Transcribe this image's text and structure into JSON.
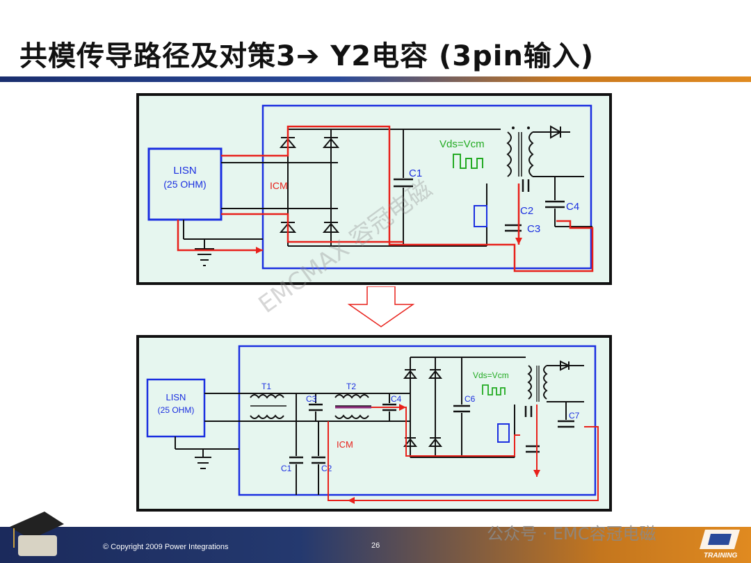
{
  "slide": {
    "title": "共模传导路径及对策3➔ Y2电容 (3pin输入)",
    "watermark": "EMCMAX 容冠电磁",
    "wechat_label": "公众号 · EMC容冠电磁",
    "footer": {
      "copyright": "© Copyright 2009 Power Integrations",
      "page_number": "26",
      "brand": "TRAINING"
    }
  },
  "diagram_top": {
    "lisn_line1": "LISN",
    "lisn_line2": "(25 OHM)",
    "icm": "ICM",
    "c1": "C1",
    "c2": "C2",
    "c3": "C3",
    "c4": "C4",
    "vds": "Vds=Vcm"
  },
  "diagram_bottom": {
    "lisn_line1": "LISN",
    "lisn_line2": "(25 OHM)",
    "t1": "T1",
    "t2": "T2",
    "c1": "C1",
    "c2": "C2",
    "c3": "C3",
    "c4": "C4",
    "c6": "C6",
    "c7": "C7",
    "icm": "ICM",
    "vds": "Vds=Vcm"
  },
  "colors": {
    "wire": "#111111",
    "common_mode_path": "#e8201a",
    "shield": "#1a2ee0",
    "vds_label": "#22aa22",
    "panel_bg": "#e6f6ef"
  }
}
